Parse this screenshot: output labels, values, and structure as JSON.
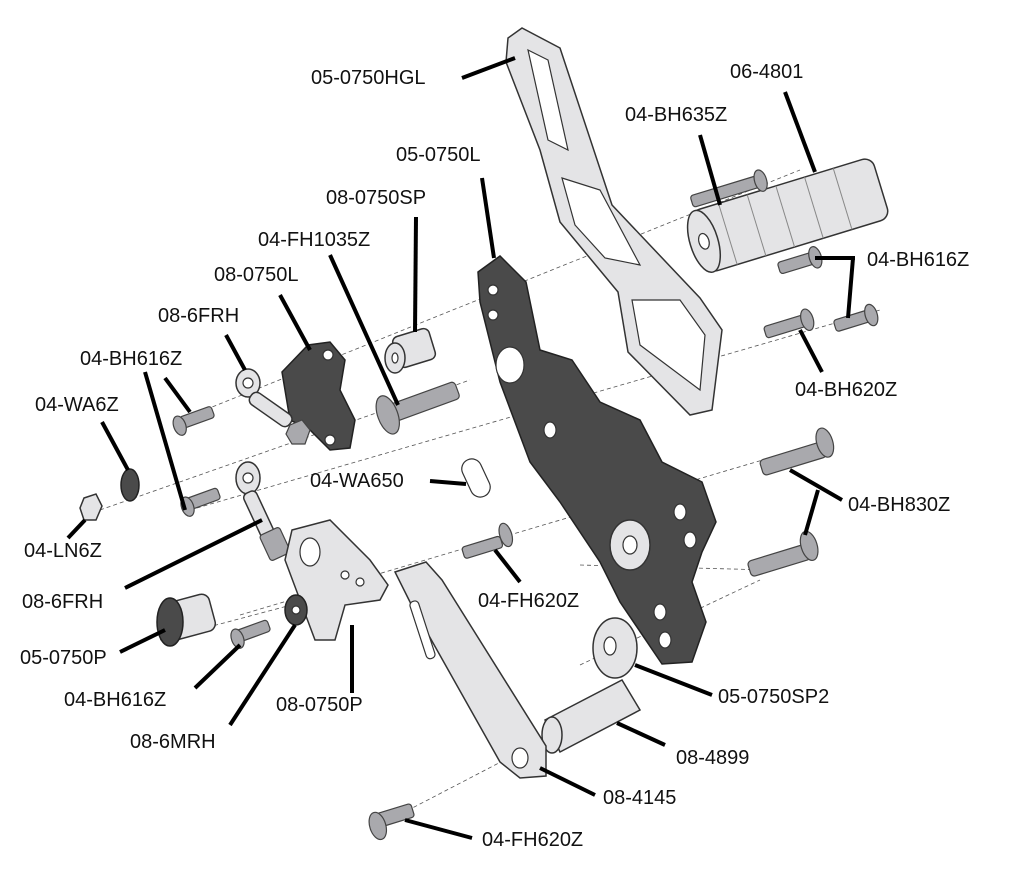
{
  "diagram": {
    "labels": {
      "heel_guard": "05-0750HGL",
      "footpeg": "06-4801",
      "peg_bolt": "04-BH635Z",
      "main_plate": "05-0750L",
      "spacer": "08-0750SP",
      "pivot_bolt": "04-FH1035Z",
      "lever_upper": "08-0750L",
      "rod_end_upper": "08-6FRH",
      "bolt_bh616_left": "04-BH616Z",
      "washer": "04-WA6Z",
      "bolt_bh616_right": "04-BH616Z",
      "bolt_bh620": "04-BH620Z",
      "washer_650": "04-WA650",
      "bolt_bh830": "04-BH830Z",
      "nut": "04-LN6Z",
      "rod_end_lower": "08-6FRH",
      "bolt_fh620_mid": "04-FH620Z",
      "pivot": "05-0750P",
      "spacer_sp2": "05-0750SP2",
      "bolt_bh616_lower": "04-BH616Z",
      "lever_pivot": "08-0750P",
      "rod_end_male": "08-6MRH",
      "peg_spacer": "08-4899",
      "shift_lever": "08-4145",
      "bolt_fh620_bottom": "04-FH620Z"
    }
  }
}
